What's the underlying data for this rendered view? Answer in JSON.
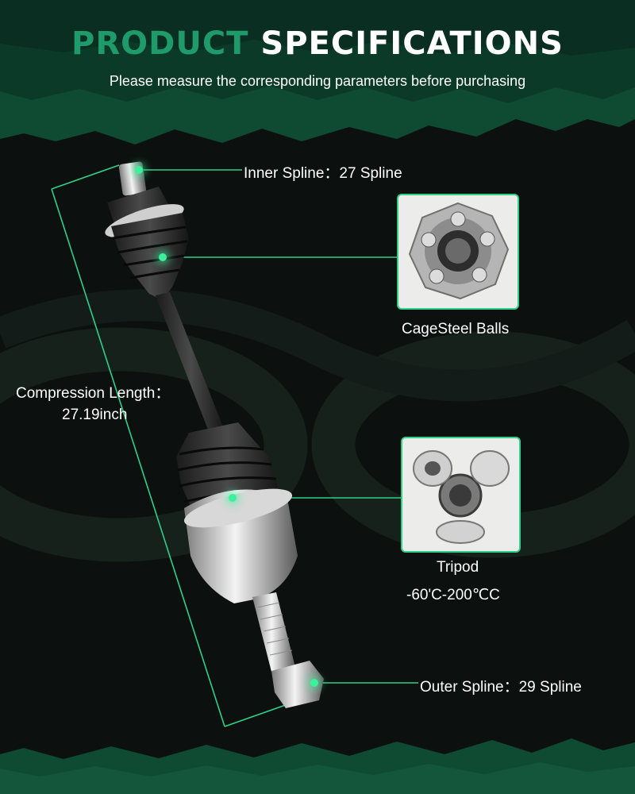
{
  "header": {
    "title_accent": "PRODUCT",
    "title_rest": "SPECIFICATIONS",
    "subtitle": "Please measure the corresponding parameters before purchasing"
  },
  "callouts": {
    "inner_spline": "Inner Spline：27 Spline",
    "cage_label": "CageSteel Balls",
    "compression_label": "Compression Length：",
    "compression_value": "27.19inch",
    "tripod_label": "Tripod",
    "tripod_temp": "-60'C-200℃C",
    "outer_spline": "Outer Spline：29 Spline"
  },
  "icons": {
    "cage_image": "cv-joint-cage-image",
    "tripod_image": "tripod-joint-image",
    "axle_image": "cv-axle-shaft-image"
  },
  "colors": {
    "accent": "#1f9a6a",
    "line": "#2fd08a",
    "background": "#0d1210"
  }
}
